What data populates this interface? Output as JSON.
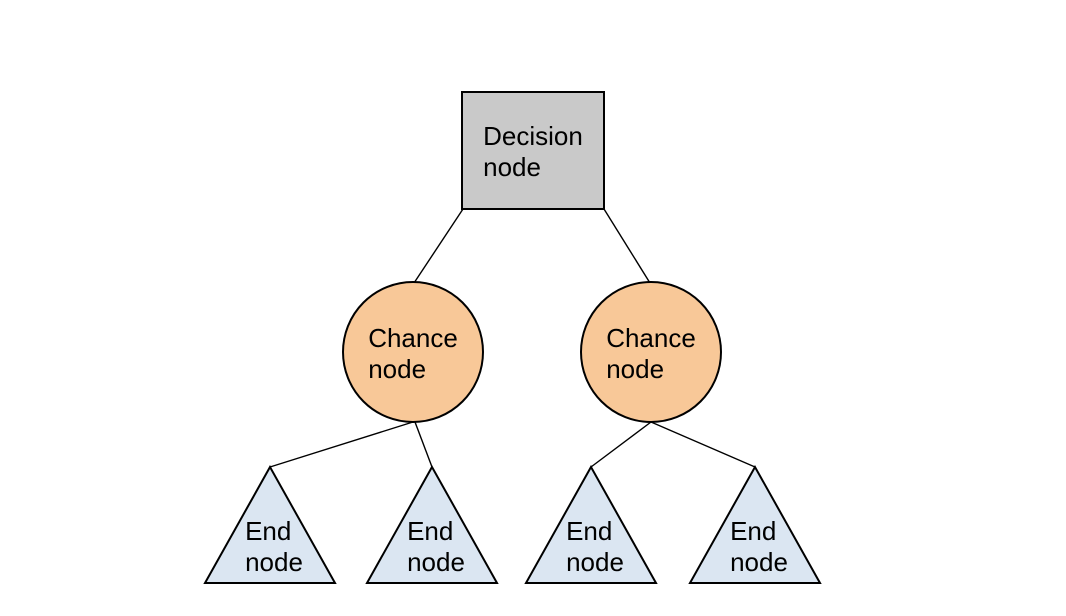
{
  "diagram": {
    "type": "decision-tree",
    "nodes": {
      "decision": {
        "shape": "square",
        "line1": "Decision",
        "line2": "node"
      },
      "chance_left": {
        "shape": "circle",
        "line1": "Chance",
        "line2": "node"
      },
      "chance_right": {
        "shape": "circle",
        "line1": "Chance",
        "line2": "node"
      },
      "end_1": {
        "shape": "triangle",
        "line1": "End",
        "line2": "node"
      },
      "end_2": {
        "shape": "triangle",
        "line1": "End",
        "line2": "node"
      },
      "end_3": {
        "shape": "triangle",
        "line1": "End",
        "line2": "node"
      },
      "end_4": {
        "shape": "triangle",
        "line1": "End",
        "line2": "node"
      }
    },
    "edges": [
      {
        "from": "decision",
        "to": "chance_left"
      },
      {
        "from": "decision",
        "to": "chance_right"
      },
      {
        "from": "chance_left",
        "to": "end_1"
      },
      {
        "from": "chance_left",
        "to": "end_2"
      },
      {
        "from": "chance_right",
        "to": "end_3"
      },
      {
        "from": "chance_right",
        "to": "end_4"
      }
    ],
    "colors": {
      "background": "#ffffff",
      "decision_fill": "#c9c9c9",
      "chance_fill": "#f8c898",
      "end_fill": "#dbe6f2",
      "stroke": "#000000",
      "text": "#000000"
    }
  }
}
